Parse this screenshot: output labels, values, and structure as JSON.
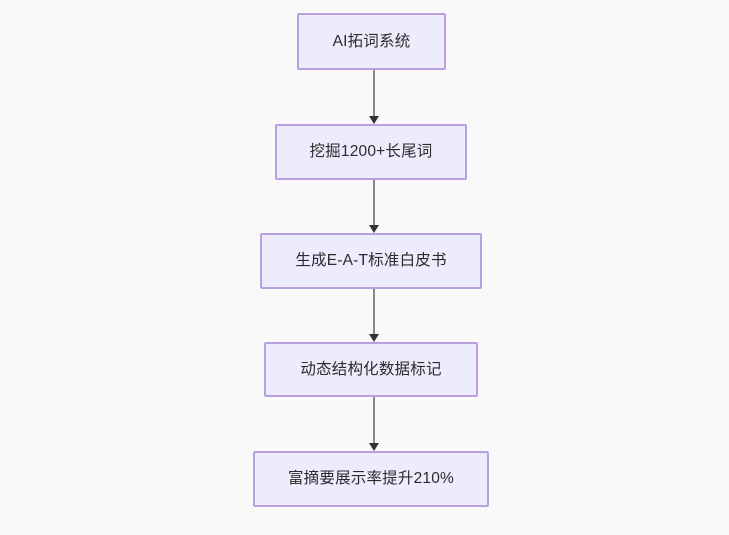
{
  "diagram": {
    "type": "flowchart",
    "direction": "top-to-bottom",
    "background_color": "#f9f9f9",
    "node_fill_color": "#ececfd",
    "node_border_color": "#b9a1df",
    "node_text_color": "#2b2b2b",
    "edge_line_color": "#888888",
    "edge_arrow_color": "#333333",
    "nodes": [
      {
        "id": "n1",
        "label": "AI拓词系统"
      },
      {
        "id": "n2",
        "label": "挖掘1200+长尾词"
      },
      {
        "id": "n3",
        "label": "生成E-A-T标准白皮书"
      },
      {
        "id": "n4",
        "label": "动态结构化数据标记"
      },
      {
        "id": "n5",
        "label": "富摘要展示率提升210%"
      }
    ],
    "edges": [
      {
        "from": "n1",
        "to": "n2",
        "arrow": "arrow-down-icon"
      },
      {
        "from": "n2",
        "to": "n3",
        "arrow": "arrow-down-icon"
      },
      {
        "from": "n3",
        "to": "n4",
        "arrow": "arrow-down-icon"
      },
      {
        "from": "n4",
        "to": "n5",
        "arrow": "arrow-down-icon"
      }
    ]
  }
}
